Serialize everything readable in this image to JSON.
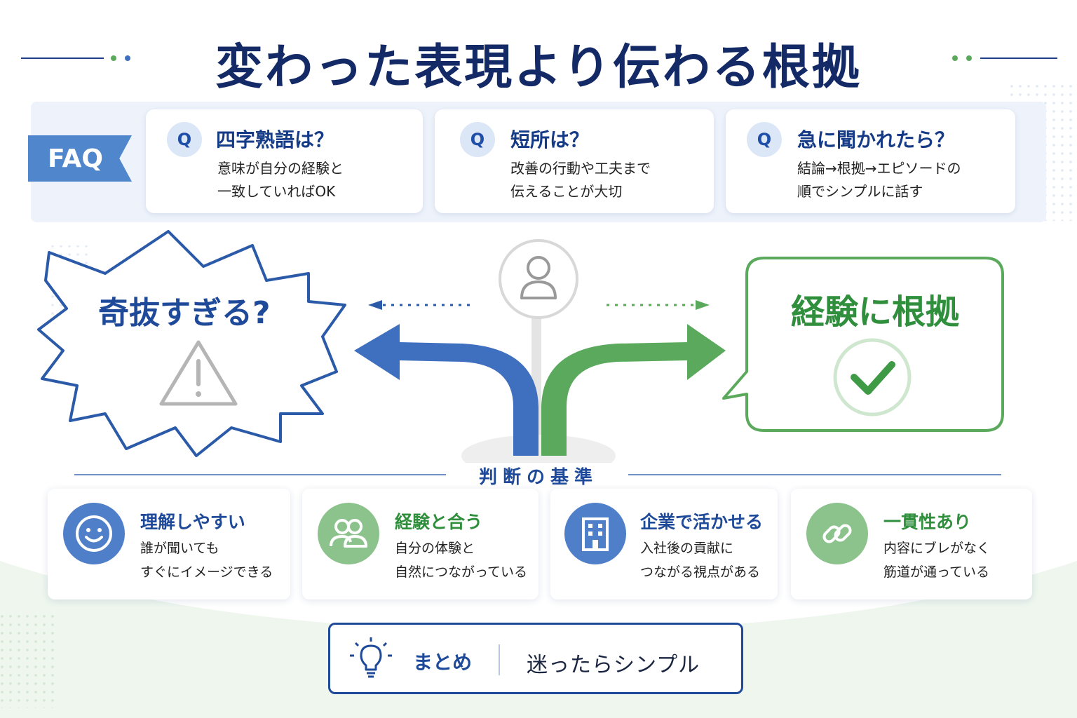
{
  "title": "変わった表現より伝わる根拠",
  "colors": {
    "blue": "#3f6fbf",
    "navy": "#142a66",
    "green": "#5aa95c",
    "dark_green": "#2f8f3c"
  },
  "faq": {
    "ribbon": "FAQ",
    "badge": "Q",
    "items": [
      {
        "question": "四字熟語は？",
        "answer": "意味が自分の経験と\n一致していればOK"
      },
      {
        "question": "短所は？",
        "answer": "改善の行動や工夫まで\n伝えることが大切"
      },
      {
        "question": "急に聞かれたら？",
        "answer": "結論→根拠→エピソードの\n順でシンプルに話す"
      }
    ]
  },
  "diagram": {
    "left_label": "奇抜すぎる?",
    "left_icon": "warning-icon",
    "center_icon": "person-icon",
    "right_label": "経験に根拠",
    "right_icon": "checkmark-icon"
  },
  "criteria": {
    "title": "判断の基準",
    "items": [
      {
        "title": "理解しやすい",
        "desc": "誰が聞いても\nすぐにイメージできる",
        "icon": "smile-icon",
        "color": "#1f4a9a"
      },
      {
        "title": "経験と合う",
        "desc": "自分の体験と\n自然につながっている",
        "icon": "people-icon",
        "color": "#2f8f3c"
      },
      {
        "title": "企業で活かせる",
        "desc": "入社後の貢献に\nつながる視点がある",
        "icon": "building-icon",
        "color": "#1f4a9a"
      },
      {
        "title": "一貫性あり",
        "desc": "内容にブレがなく\n筋道が通っている",
        "icon": "link-icon",
        "color": "#2f8f3c"
      }
    ]
  },
  "summary": {
    "icon": "lightbulb-icon",
    "label": "まとめ",
    "text": "迷ったらシンプル"
  }
}
